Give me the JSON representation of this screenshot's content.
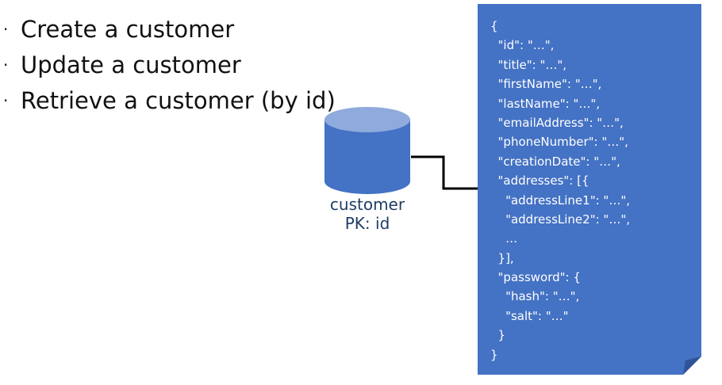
{
  "operations": [
    {
      "bullet": "·",
      "label": "Create a customer"
    },
    {
      "bullet": "·",
      "label": "Update a customer"
    },
    {
      "bullet": "·",
      "label": "Retrieve a customer (by id)"
    }
  ],
  "entity": {
    "name": "customer",
    "key": "PK: id"
  },
  "document": {
    "lines": [
      "{",
      "  \"id\": \"…\",",
      "  \"title\": \"…\",",
      "  \"firstName\": \"…\",",
      "  \"lastName\": \"…\",",
      "  \"emailAddress\": \"…\",",
      "  \"phoneNumber\": \"…\",",
      "  \"creationDate\": \"…\",",
      "  \"addresses\": [{",
      "    \"addressLine1\": \"…\",",
      "    \"addressLine2\": \"…\",",
      "    …",
      "  }],",
      "  \"password\": {",
      "    \"hash\": \"…\",",
      "    \"salt\": \"…\"",
      "  }",
      "}"
    ]
  },
  "colors": {
    "document_fill": "#4472c4",
    "document_fold": "#2f5597",
    "cylinder_body": "#4472c4",
    "cylinder_top": "#8faadc",
    "connector": "#000000",
    "entity_label": "#1f3d64"
  }
}
